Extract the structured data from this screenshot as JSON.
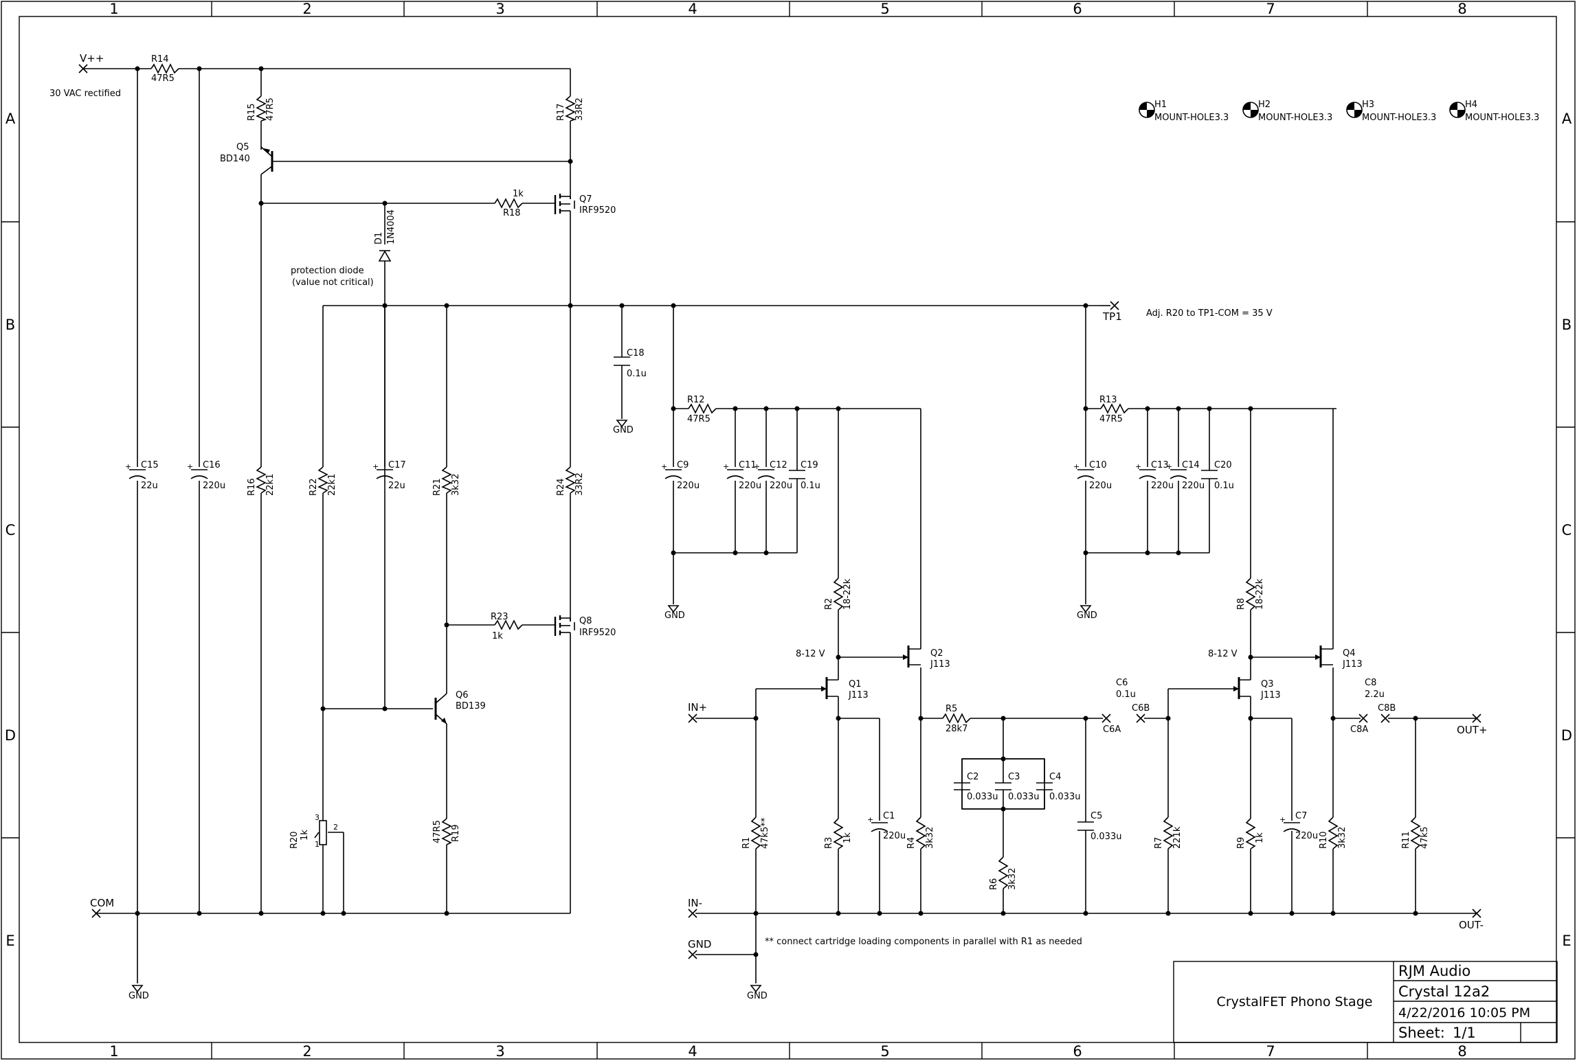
{
  "frame": {
    "cols": [
      "1",
      "2",
      "3",
      "4",
      "5",
      "6",
      "7",
      "8"
    ],
    "rows": [
      "A",
      "B",
      "C",
      "D",
      "E"
    ]
  },
  "title_block": {
    "title": "CrystalFET Phono Stage",
    "company": "RJM Audio",
    "project": "Crystal 12a2",
    "date": "4/22/2016 10:05 PM",
    "sheet_label": "Sheet:",
    "sheet_value": "1/1"
  },
  "nets": {
    "vpp": "V++",
    "vpp_note": "30 VAC rectified",
    "com": "COM",
    "gnd": "GND",
    "tp1": "TP1",
    "tp1_note": "Adj. R20 to TP1-COM = 35 V",
    "protection_note_1": "protection diode",
    "protection_note_2": "(value not critical)",
    "in_plus": "IN+",
    "in_minus": "IN-",
    "out_plus": "OUT+",
    "out_minus": "OUT-",
    "bias_1": "8-12 V",
    "bias_2": "8-12 V",
    "c6a": "C6A",
    "c6b": "C6B",
    "c8a": "C8A",
    "c8b": "C8B",
    "loading_note": "** connect cartridge loading components in parallel with R1 as needed"
  },
  "mounting_holes": [
    {
      "ref": "H1",
      "value": "MOUNT-HOLE3.3"
    },
    {
      "ref": "H2",
      "value": "MOUNT-HOLE3.3"
    },
    {
      "ref": "H3",
      "value": "MOUNT-HOLE3.3"
    },
    {
      "ref": "H4",
      "value": "MOUNT-HOLE3.3"
    }
  ],
  "components": {
    "r14": {
      "ref": "R14",
      "value": "47R5"
    },
    "r15": {
      "ref": "R15",
      "value": "47R5"
    },
    "r17": {
      "ref": "R17",
      "value": "33R2"
    },
    "q5": {
      "ref": "Q5",
      "value": "BD140"
    },
    "r18": {
      "ref": "R18",
      "value": "1k"
    },
    "q7": {
      "ref": "Q7",
      "value": "IRF9520"
    },
    "d1": {
      "ref": "D1",
      "value": "1N4004"
    },
    "c15": {
      "ref": "C15",
      "value": "22u"
    },
    "c16": {
      "ref": "C16",
      "value": "220u"
    },
    "r16": {
      "ref": "R16",
      "value": "22k1"
    },
    "r22": {
      "ref": "R22",
      "value": "22k1"
    },
    "c17": {
      "ref": "C17",
      "value": "22u"
    },
    "r21": {
      "ref": "R21",
      "value": "3k32"
    },
    "r24": {
      "ref": "R24",
      "value": "33R2"
    },
    "c18": {
      "ref": "C18",
      "value": "0.1u"
    },
    "r23": {
      "ref": "R23",
      "value": "1k"
    },
    "q8": {
      "ref": "Q8",
      "value": "IRF9520"
    },
    "q6": {
      "ref": "Q6",
      "value": "BD139"
    },
    "r20": {
      "ref": "R20",
      "value": "1k"
    },
    "r19": {
      "ref": "R19",
      "value": "47R5"
    },
    "r12": {
      "ref": "R12",
      "value": "47R5"
    },
    "c9": {
      "ref": "C9",
      "value": "220u"
    },
    "c11": {
      "ref": "C11",
      "value": "220u"
    },
    "c12": {
      "ref": "C12",
      "value": "220u"
    },
    "c19": {
      "ref": "C19",
      "value": "0.1u"
    },
    "r2": {
      "ref": "R2",
      "value": "18-22k"
    },
    "q2": {
      "ref": "Q2",
      "value": "J113"
    },
    "q1": {
      "ref": "Q1",
      "value": "J113"
    },
    "r1": {
      "ref": "R1",
      "value": "47k5**"
    },
    "r3": {
      "ref": "R3",
      "value": "1k"
    },
    "c1": {
      "ref": "C1",
      "value": "220u"
    },
    "r4": {
      "ref": "R4",
      "value": "3k32"
    },
    "r5": {
      "ref": "R5",
      "value": "28k7"
    },
    "c2": {
      "ref": "C2",
      "value": "0.033u"
    },
    "c3": {
      "ref": "C3",
      "value": "0.033u"
    },
    "c4": {
      "ref": "C4",
      "value": "0.033u"
    },
    "r6": {
      "ref": "R6",
      "value": "3k32"
    },
    "c5": {
      "ref": "C5",
      "value": "0.033u"
    },
    "c6": {
      "ref": "C6",
      "value": "0.1u"
    },
    "r13": {
      "ref": "R13",
      "value": "47R5"
    },
    "c10": {
      "ref": "C10",
      "value": "220u"
    },
    "c13": {
      "ref": "C13",
      "value": "220u"
    },
    "c14": {
      "ref": "C14",
      "value": "220u"
    },
    "c20": {
      "ref": "C20",
      "value": "0.1u"
    },
    "r8": {
      "ref": "R8",
      "value": "18-22k"
    },
    "q4": {
      "ref": "Q4",
      "value": "J113"
    },
    "q3": {
      "ref": "Q3",
      "value": "J113"
    },
    "r7": {
      "ref": "R7",
      "value": "221k"
    },
    "r9": {
      "ref": "R9",
      "value": "1k"
    },
    "c7": {
      "ref": "C7",
      "value": "220u"
    },
    "r10": {
      "ref": "R10",
      "value": "3k32"
    },
    "c8": {
      "ref": "C8",
      "value": "2.2u"
    },
    "r11": {
      "ref": "R11",
      "value": "47k5"
    }
  }
}
